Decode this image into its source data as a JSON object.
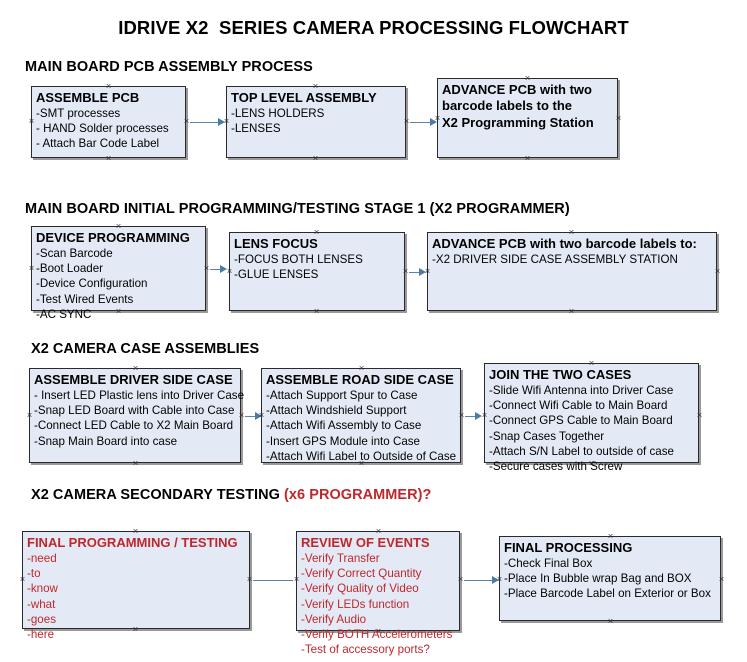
{
  "document": {
    "title": "IDRIVE X2  SERIES CAMERA PROCESSING FLOWCHART",
    "accent_color": "#c0272d",
    "box_fill": "#e3eaf5",
    "connector_color": "#5b83a8"
  },
  "sections": [
    {
      "header": "MAIN BOARD PCB ASSEMBLY PROCESS",
      "header_accent": "",
      "boxes": [
        {
          "title": "ASSEMBLE PCB",
          "lines": [
            " -SMT processes",
            "- HAND Solder processes",
            "- Attach Bar Code Label"
          ]
        },
        {
          "title": "TOP LEVEL ASSEMBLY",
          "lines": [
            "-LENS HOLDERS",
            "-LENSES"
          ]
        },
        {
          "title": "ADVANCE PCB with two",
          "lines": [
            "barcode labels to the",
            " X2 Programming Station"
          ]
        }
      ]
    },
    {
      "header": "MAIN BOARD INITIAL PROGRAMMING/TESTING STAGE 1 (X2 PROGRAMMER)",
      "header_accent": "",
      "boxes": [
        {
          "title": "DEVICE PROGRAMMING",
          "lines": [
            "-Scan Barcode",
            "-Boot Loader",
            "-Device Configuration",
            "-Test Wired Events",
            "-AC SYNC"
          ]
        },
        {
          "title": "LENS FOCUS",
          "lines": [
            "-FOCUS BOTH LENSES",
            "-GLUE LENSES"
          ]
        },
        {
          "title": "ADVANCE PCB with two barcode labels to:",
          "lines": [
            "-X2 DRIVER  SIDE  CASE  ASSEMBLY STATION"
          ]
        }
      ]
    },
    {
      "header": "X2 CAMERA CASE ASSEMBLIES",
      "header_accent": "",
      "boxes": [
        {
          "title": "ASSEMBLE DRIVER SIDE CASE",
          "lines": [
            "- Insert LED Plastic lens into Driver Case",
            "-Snap LED Board with Cable into Case",
            "-Connect LED Cable to X2 Main Board",
            "-Snap Main Board into case"
          ]
        },
        {
          "title": "ASSEMBLE ROAD SIDE CASE",
          "lines": [
            "-Attach Support Spur to Case",
            "-Attach Windshield Support",
            "-Attach Wifi Assembly to Case",
            "-Insert GPS Module into Case",
            "-Attach Wifi Label to Outside of Case"
          ]
        },
        {
          "title": "JOIN THE TWO CASES",
          "lines": [
            "-Slide Wifi Antenna into Driver Case",
            "-Connect Wifi Cable to Main Board",
            "-Connect GPS Cable to Main Board",
            "-Snap Cases Together",
            "-Attach S/N Label to outside of case",
            "-Secure cases with Screw"
          ]
        }
      ]
    },
    {
      "header": "X2 CAMERA SECONDARY TESTING ",
      "header_accent": "(x6 PROGRAMMER)?",
      "boxes": [
        {
          "title": "FINAL PROGRAMMING / TESTING",
          "lines": [
            "-need",
            "-to",
            "-know",
            "-what",
            "-goes",
            "-here"
          ]
        },
        {
          "title": "REVIEW OF EVENTS",
          "lines": [
            "-Verify Transfer",
            "-Verify Correct Quantity",
            "-Verify Quality of Video",
            "-Verify LEDs function",
            "-Verify Audio",
            "-Verify BOTH Accelerometers",
            "-Test of accessory ports?"
          ]
        },
        {
          "title": "FINAL PROCESSING",
          "lines": [
            " -Check Final Box",
            "-Place In Bubble wrap Bag and BOX",
            "-Place Barcode Label on Exterior or Box"
          ]
        }
      ]
    }
  ]
}
